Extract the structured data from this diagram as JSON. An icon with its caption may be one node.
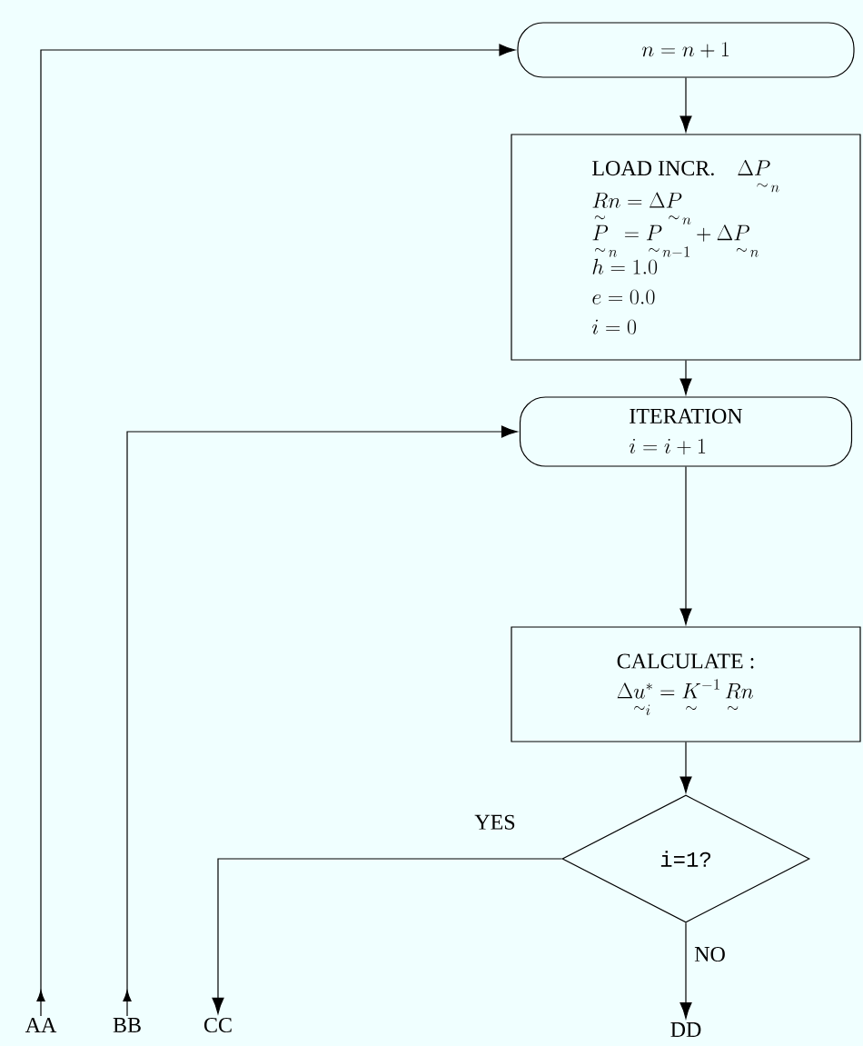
{
  "diagram": {
    "nodes": [
      {
        "text": [
          "n=n+1"
        ]
      },
      {
        "text": [
          "LOAD INCR.",
          "\\Delta{\\underset{\\sim}{P}}_n",
          "{\\underset{\\sim}{R}}n = \\Delta{\\underset{\\sim}{P}}_n",
          "{\\underset{\\sim}{P}}_n = {\\underset{\\sim}{P}}_{n-1} + \\Delta{\\underset{\\sim}{P}}_n",
          "h = 1.0",
          "e = 0.0",
          "i = 0"
        ]
      },
      {
        "text": [
          "ITERATION",
          "i = i + 1"
        ]
      },
      {
        "text": [
          "CALCULATE :",
          "\\Delta{\\underset{\\sim}{u}}^{*}_{i} = {\\underset{\\sim}{K}}^{-1}\\,{\\underset{\\sim}{R}}n"
        ]
      },
      {
        "text": [
          "i=1?"
        ]
      },
      {
        "text": [
          "AA"
        ]
      },
      {
        "text": [
          "BB"
        ]
      },
      {
        "text": [
          "CC"
        ]
      },
      {
        "text": [
          "DD"
        ]
      }
    ],
    "edges": [
      {
        "from": 5,
        "to": 0,
        "arrow": "to"
      },
      {
        "from": 0,
        "to": 1,
        "arrow": "to"
      },
      {
        "from": 1,
        "to": 2,
        "arrow": "to"
      },
      {
        "from": 6,
        "to": 2,
        "arrow": "to"
      },
      {
        "from": 2,
        "to": 3,
        "arrow": "to"
      },
      {
        "from": 3,
        "to": 4,
        "arrow": "to"
      },
      {
        "from": 4,
        "to": 7,
        "arrow": "to",
        "label": "YES"
      },
      {
        "from": 4,
        "to": 8,
        "arrow": "to",
        "label": "NO"
      }
    ]
  }
}
